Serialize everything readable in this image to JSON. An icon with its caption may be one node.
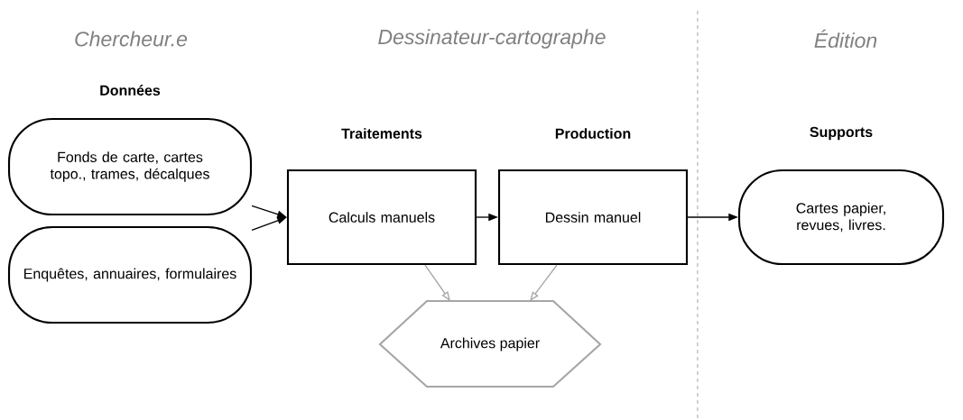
{
  "diagram": {
    "nodes": [
      {
        "text": [
          "Fonds de carte, cartes topo., trames, décalques"
        ]
      },
      {
        "text": [
          "Enquêtes, annuaires, formulaires"
        ]
      },
      {
        "text": [
          "Traitements",
          "Calculs manuels"
        ]
      },
      {
        "text": [
          "Production",
          "Dessin manuel"
        ]
      },
      {
        "text": [
          "Supports",
          "Cartes papier, revues, livres."
        ]
      },
      {
        "text": [
          "Archives papier"
        ]
      }
    ],
    "edges": [
      {
        "from": 0,
        "to": 2,
        "arrow": "to"
      },
      {
        "from": 1,
        "to": 2,
        "arrow": "to"
      },
      {
        "from": 2,
        "to": 3,
        "arrow": "to"
      },
      {
        "from": 3,
        "to": 4,
        "arrow": "to"
      },
      {
        "from": 2,
        "to": 5,
        "arrow": "to",
        "color": "#a6a6a6"
      },
      {
        "from": 3,
        "to": 5,
        "arrow": "to",
        "color": "#a6a6a6"
      }
    ],
    "labels": [
      "Chercheur.e",
      "Dessinateur-cartographe",
      "Édition",
      "Données"
    ]
  }
}
